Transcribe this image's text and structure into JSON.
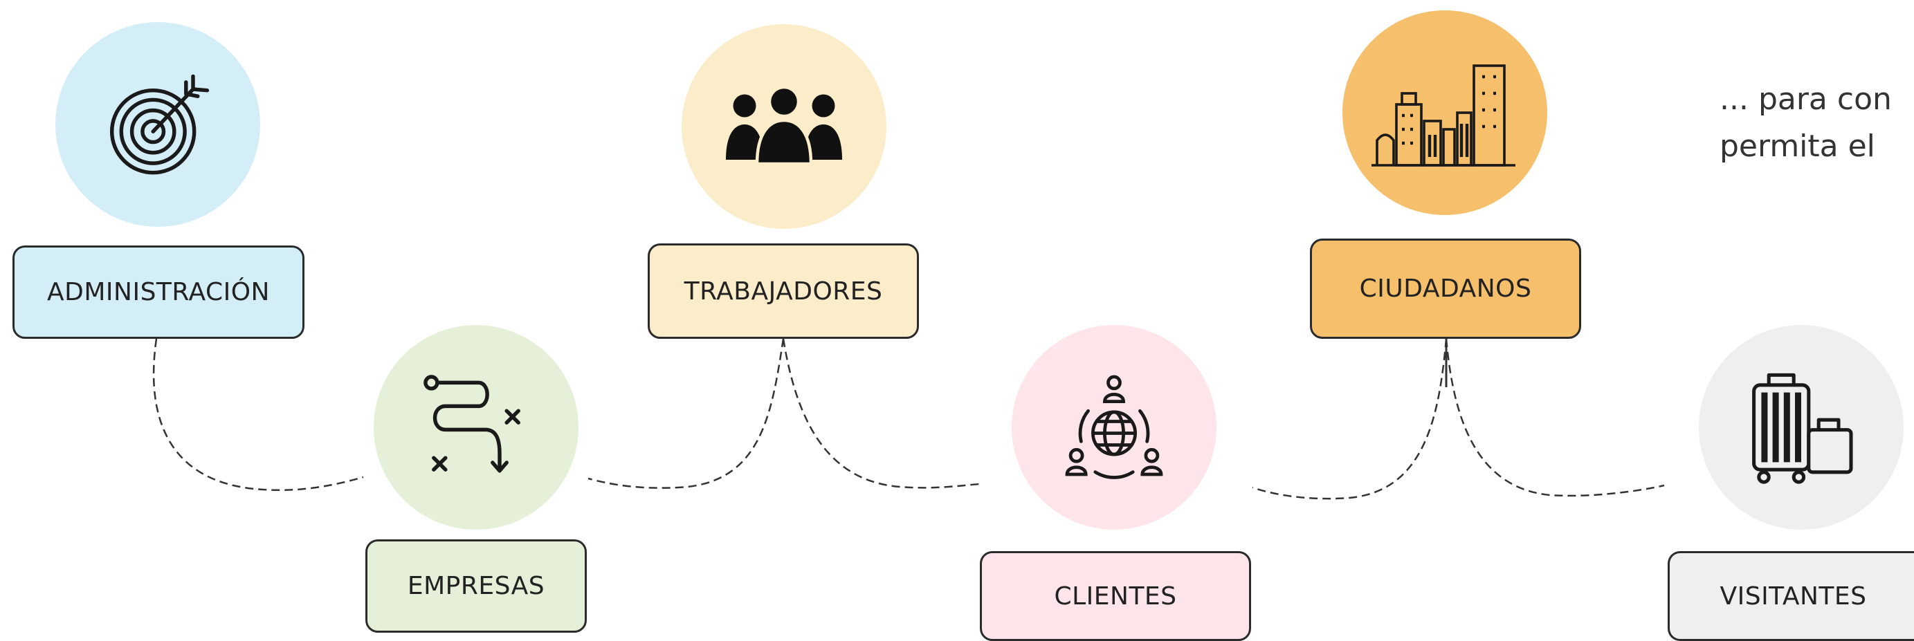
{
  "nodes": {
    "administracion": {
      "label": "ADMINISTRACIÓN",
      "icon": "target-icon",
      "circle_color": "#d3eef7",
      "box_color": "#d3eef7"
    },
    "empresas": {
      "label": "EMPRESAS",
      "icon": "route-map-icon",
      "circle_color": "#e6f0d8",
      "box_color": "#e6f0d8"
    },
    "trabajadores": {
      "label": "TRABAJADORES",
      "icon": "people-group-icon",
      "circle_color": "#fbedc9",
      "box_color": "#fbedc9"
    },
    "clientes": {
      "label": "CLIENTES",
      "icon": "global-network-icon",
      "circle_color": "#fde5ea",
      "box_color": "#fde5ea"
    },
    "ciudadanos": {
      "label": "CIUDADANOS",
      "icon": "city-buildings-icon",
      "circle_color": "#f5bf6b",
      "box_color": "#f5bf6b"
    },
    "visitantes": {
      "label": "VISITANTES",
      "icon": "luggage-icon",
      "circle_color": "#efefef",
      "box_color": "#efefef"
    }
  },
  "intro_text": {
    "line1": "... para con",
    "line2": "permita el"
  }
}
